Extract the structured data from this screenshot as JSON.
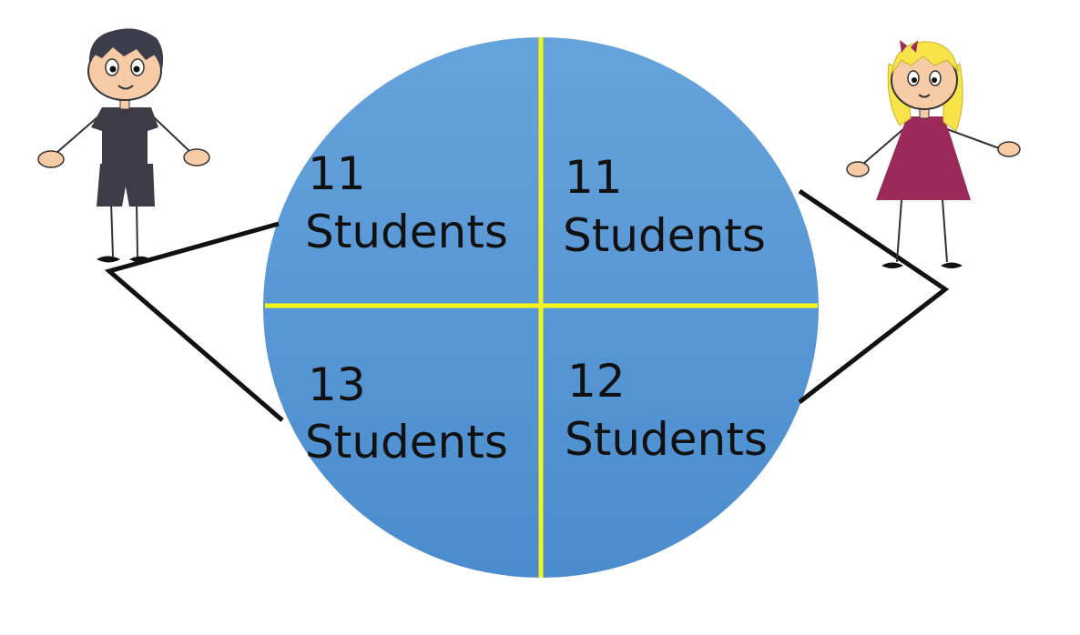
{
  "diagram": {
    "quadrants": [
      {
        "count": "11",
        "unit": "Students"
      },
      {
        "count": "11",
        "unit": "Students"
      },
      {
        "count": "13",
        "unit": "Students"
      },
      {
        "count": "12",
        "unit": "Students"
      }
    ],
    "colors": {
      "circle_top": "#66a3dc",
      "circle_bottom": "#4a8cce",
      "divider": "#f5f51a",
      "connector": "#111111",
      "boy_shirt": "#3d3b45",
      "girl_dress": "#9b2a5a",
      "girl_hair": "#f7e44a",
      "skin": "#f7cba6"
    },
    "figures": [
      "boy-figure",
      "girl-figure"
    ]
  }
}
